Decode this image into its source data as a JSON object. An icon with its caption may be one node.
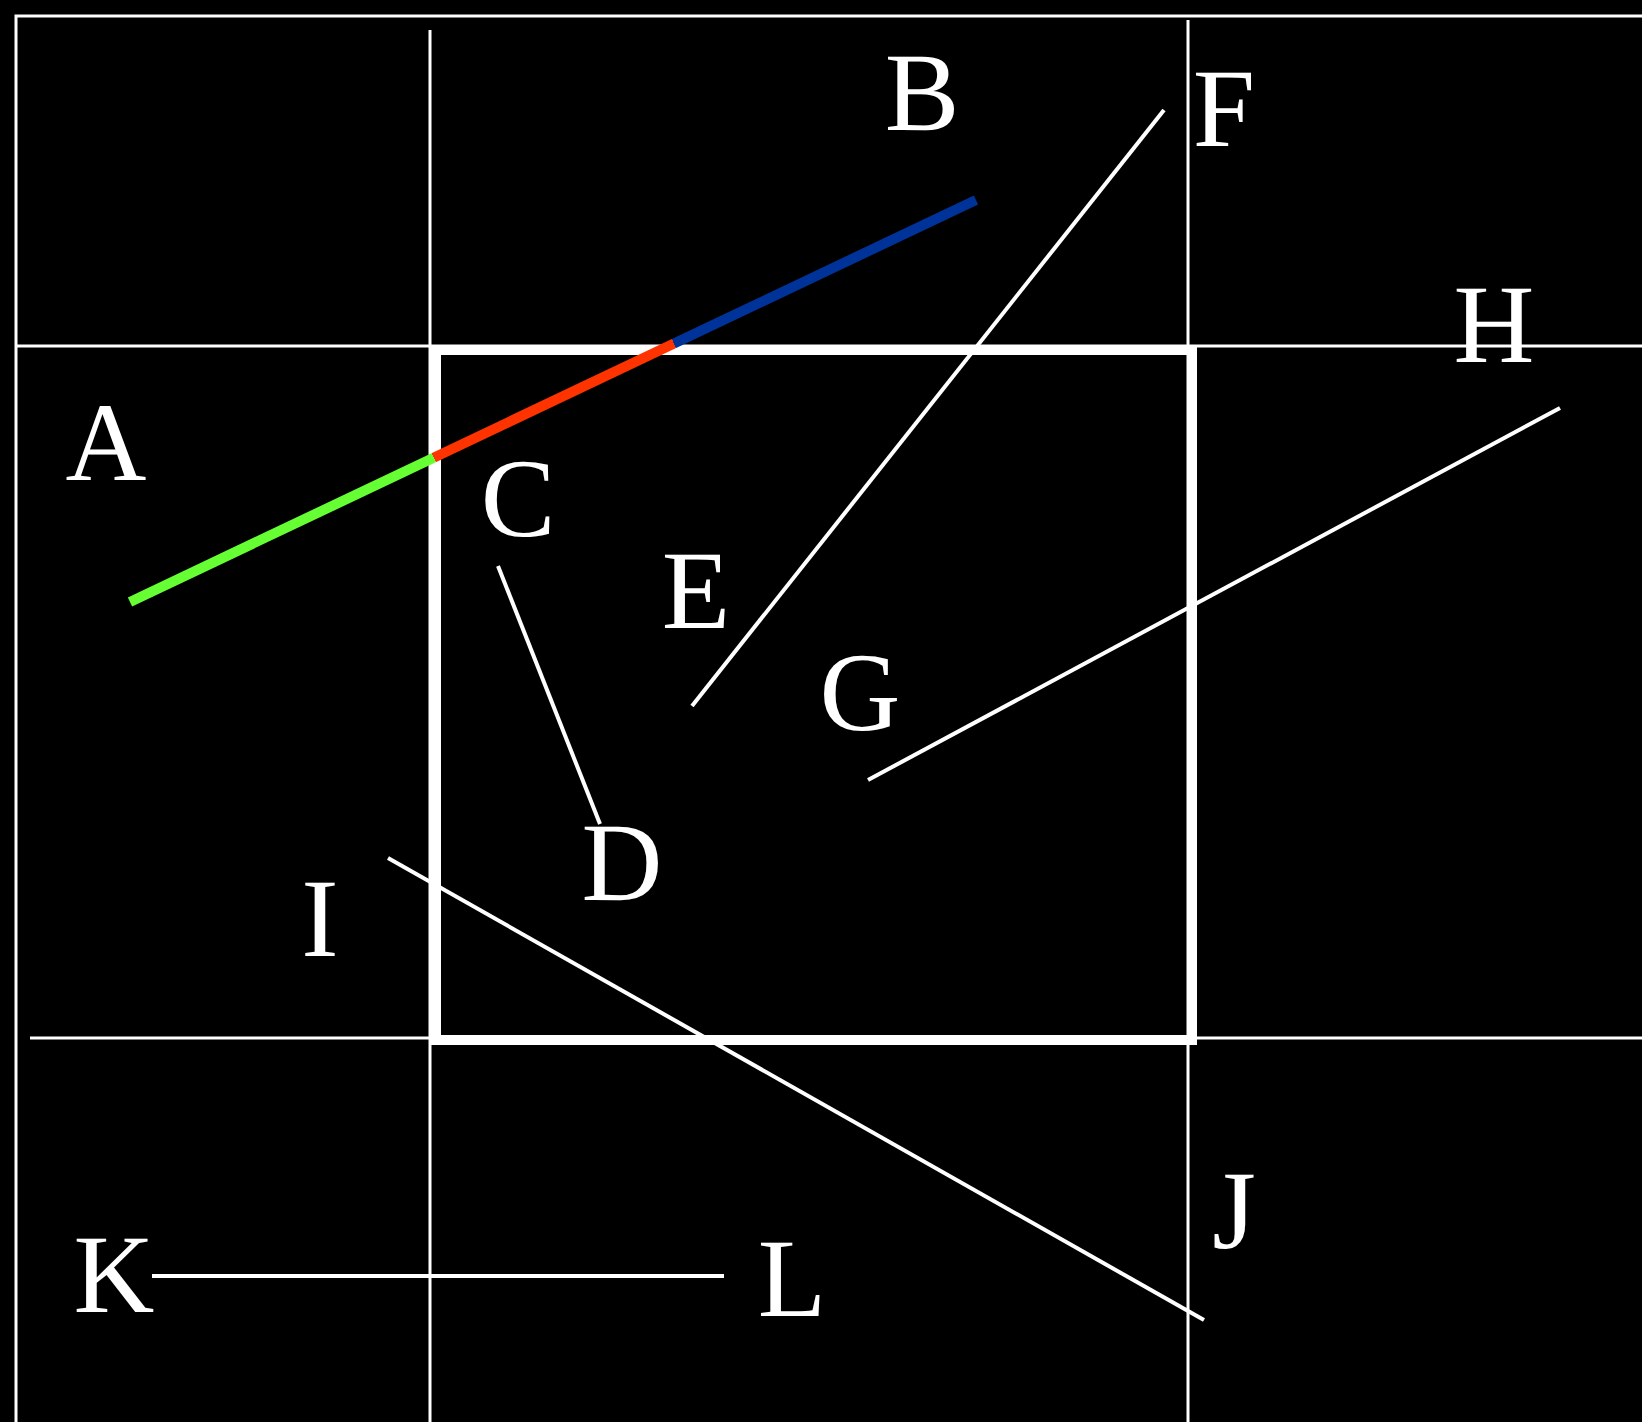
{
  "diagram": {
    "nodes": [
      {
        "text": [
          "A"
        ]
      },
      {
        "text": [
          "B"
        ]
      },
      {
        "text": [
          "C"
        ]
      },
      {
        "text": [
          "D"
        ]
      },
      {
        "text": [
          "E"
        ]
      },
      {
        "text": [
          "F"
        ]
      },
      {
        "text": [
          "G"
        ]
      },
      {
        "text": [
          "H"
        ]
      },
      {
        "text": [
          "I"
        ]
      },
      {
        "text": [
          "J"
        ]
      },
      {
        "text": [
          "K"
        ]
      },
      {
        "text": [
          "L"
        ]
      }
    ],
    "edges": [
      {
        "from": 0,
        "to": 1,
        "arrow": "none"
      },
      {
        "from": 2,
        "to": 3,
        "arrow": "none"
      },
      {
        "from": 4,
        "to": 5,
        "arrow": "none"
      },
      {
        "from": 6,
        "to": 7,
        "arrow": "none"
      },
      {
        "from": 8,
        "to": 9,
        "arrow": "none"
      },
      {
        "from": 10,
        "to": 11,
        "arrow": "none"
      }
    ]
  }
}
